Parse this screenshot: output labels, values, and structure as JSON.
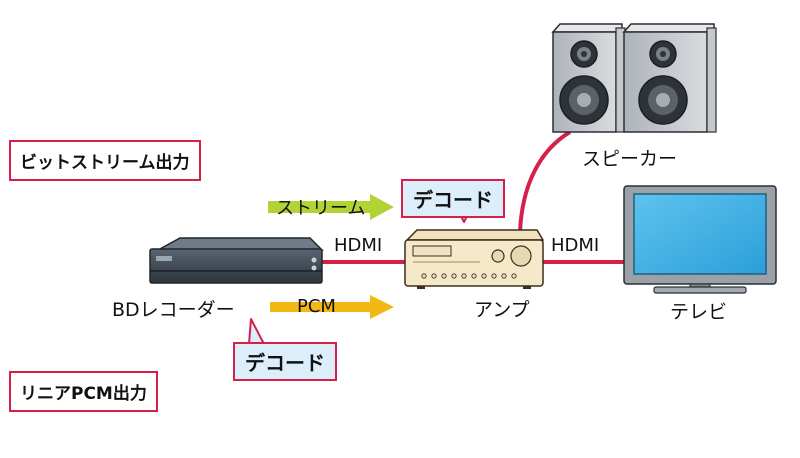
{
  "labels": {
    "bitstream_output": "ビットストリーム出力",
    "linear_pcm_output": "リニアPCM出力",
    "stream": "ストリーム",
    "pcm": "PCM",
    "decode_top": "デコード",
    "decode_bottom": "デコード",
    "hdmi_left": "HDMI",
    "hdmi_right": "HDMI",
    "bd_recorder": "BDレコーダー",
    "amp": "アンプ",
    "tv": "テレビ",
    "speaker": "スピーカー"
  },
  "colors": {
    "cable": "#d6204a",
    "stream_arrow": "#b2d235",
    "pcm_arrow": "#f3b814",
    "decode_bg": "#dbeefa",
    "label_border": "#d6204a"
  }
}
